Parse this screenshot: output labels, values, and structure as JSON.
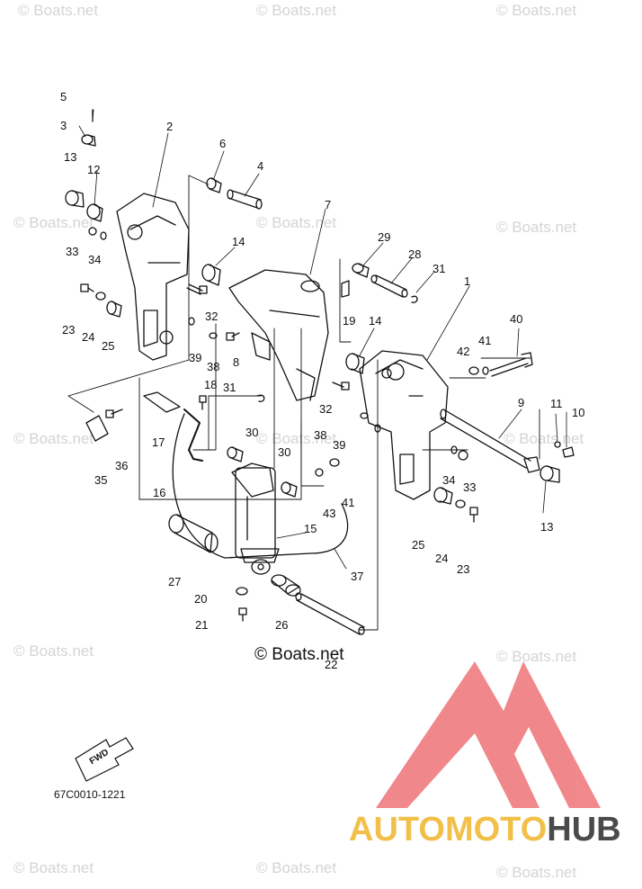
{
  "watermark": {
    "text": "© Boats.net"
  },
  "copyright": "© Boats.net",
  "part_number": "67C0010-1221",
  "fwd_label": "FWD",
  "brand": {
    "part1": "AUTOMOTO",
    "part2": "HUB",
    "logo_color": "#ef7b7e",
    "part1_color": "#f2c04a",
    "part2_color": "#4a4a4a"
  },
  "callouts": {
    "c1": "1",
    "c2": "2",
    "c3": "3",
    "c4": "4",
    "c5": "5",
    "c6": "6",
    "c7": "7",
    "c8": "8",
    "c9": "9",
    "c10": "10",
    "c11": "11",
    "c12": "12",
    "c13a": "13",
    "c13b": "13",
    "c14a": "14",
    "c14b": "14",
    "c15": "15",
    "c16": "16",
    "c17": "17",
    "c18": "18",
    "c19": "19",
    "c20": "20",
    "c21": "21",
    "c22": "22",
    "c23a": "23",
    "c23b": "23",
    "c24a": "24",
    "c24b": "24",
    "c25a": "25",
    "c25b": "25",
    "c26": "26",
    "c27": "27",
    "c28": "28",
    "c29": "29",
    "c30a": "30",
    "c30b": "30",
    "c31a": "31",
    "c31b": "31",
    "c32a": "32",
    "c32b": "32",
    "c33a": "33",
    "c33b": "33",
    "c34a": "34",
    "c34b": "34",
    "c35": "35",
    "c36": "36",
    "c37": "37",
    "c38a": "38",
    "c38b": "38",
    "c39a": "39",
    "c39b": "39",
    "c40": "40",
    "c41a": "41",
    "c41b": "41",
    "c42": "42",
    "c43": "43"
  }
}
